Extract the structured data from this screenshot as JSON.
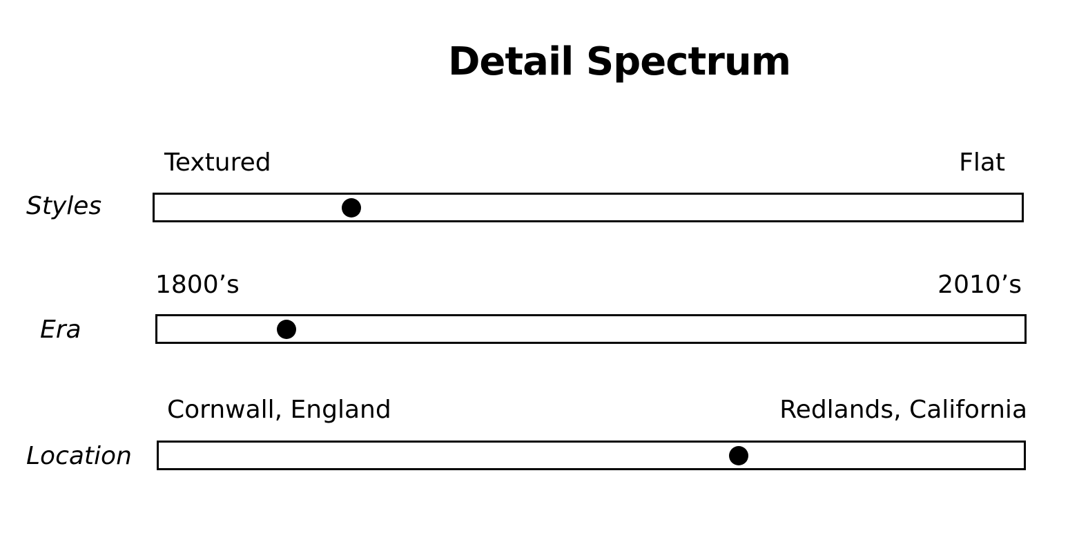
{
  "title": "Detail Spectrum",
  "colors": {
    "ink": "#000000",
    "background": "#ffffff"
  },
  "spectra": [
    {
      "label": "Styles",
      "left_label": "Textured",
      "right_label": "Flat",
      "position": 0.227
    },
    {
      "label": "Era",
      "left_label": "1800’s",
      "right_label": "2010’s",
      "position": 0.149
    },
    {
      "label": "Location",
      "left_label": "Cornwall, England",
      "right_label": "Redlands, California",
      "position": 0.67
    }
  ]
}
